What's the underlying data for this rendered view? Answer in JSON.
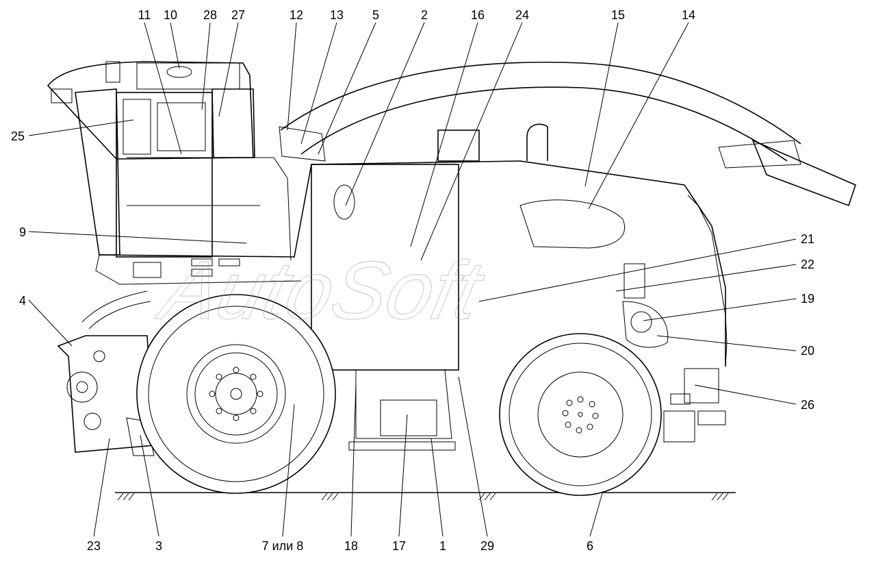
{
  "watermark": "AutoSoft",
  "callouts": [
    {
      "id": "c11",
      "label": "11"
    },
    {
      "id": "c10",
      "label": "10"
    },
    {
      "id": "c28",
      "label": "28"
    },
    {
      "id": "c27",
      "label": "27"
    },
    {
      "id": "c12",
      "label": "12"
    },
    {
      "id": "c13",
      "label": "13"
    },
    {
      "id": "c5",
      "label": "5"
    },
    {
      "id": "c2",
      "label": "2"
    },
    {
      "id": "c16",
      "label": "16"
    },
    {
      "id": "c24",
      "label": "24"
    },
    {
      "id": "c15",
      "label": "15"
    },
    {
      "id": "c14",
      "label": "14"
    },
    {
      "id": "c25",
      "label": "25"
    },
    {
      "id": "c9",
      "label": "9"
    },
    {
      "id": "c21",
      "label": "21"
    },
    {
      "id": "c22",
      "label": "22"
    },
    {
      "id": "c4",
      "label": "4"
    },
    {
      "id": "c19",
      "label": "19"
    },
    {
      "id": "c20",
      "label": "20"
    },
    {
      "id": "c26",
      "label": "26"
    },
    {
      "id": "c23",
      "label": "23"
    },
    {
      "id": "c3",
      "label": "3"
    },
    {
      "id": "c7or8",
      "label": "7 или 8"
    },
    {
      "id": "c18",
      "label": "18"
    },
    {
      "id": "c17",
      "label": "17"
    },
    {
      "id": "c1",
      "label": "1"
    },
    {
      "id": "c29",
      "label": "29"
    },
    {
      "id": "c6",
      "label": "6"
    }
  ]
}
